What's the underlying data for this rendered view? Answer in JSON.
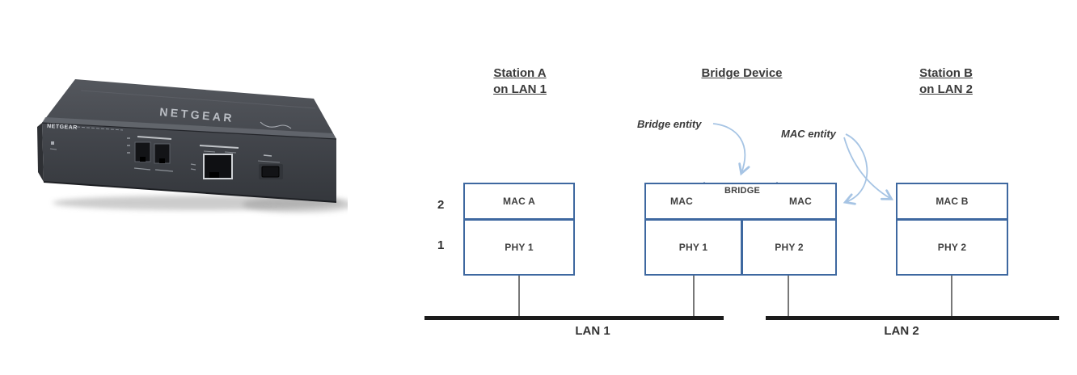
{
  "device": {
    "brand": "NETGEAR"
  },
  "diagram": {
    "headings": {
      "station_a_line1": "Station A",
      "station_a_line2": "on LAN 1",
      "bridge": "Bridge Device",
      "station_b_line1": "Station B",
      "station_b_line2": "on LAN 2"
    },
    "callouts": {
      "bridge_entity": "Bridge entity",
      "mac_entity": "MAC entity"
    },
    "layers": {
      "l2": "2",
      "l1": "1"
    },
    "station_a": {
      "mac": "MAC A",
      "phy": "PHY 1"
    },
    "bridge_device": {
      "label": "BRIDGE",
      "mac_left": "MAC",
      "mac_right": "MAC",
      "phy_left": "PHY 1",
      "phy_right": "PHY 2"
    },
    "station_b": {
      "mac": "MAC B",
      "phy": "PHY 2"
    },
    "lan1": "LAN 1",
    "lan2": "LAN 2",
    "colors": {
      "box_border": "#3e68a0",
      "triangle": "#33598c",
      "arrow": "#a6c4e4",
      "text": "#3d3d3d",
      "lan_line": "#1b1b1b"
    }
  }
}
